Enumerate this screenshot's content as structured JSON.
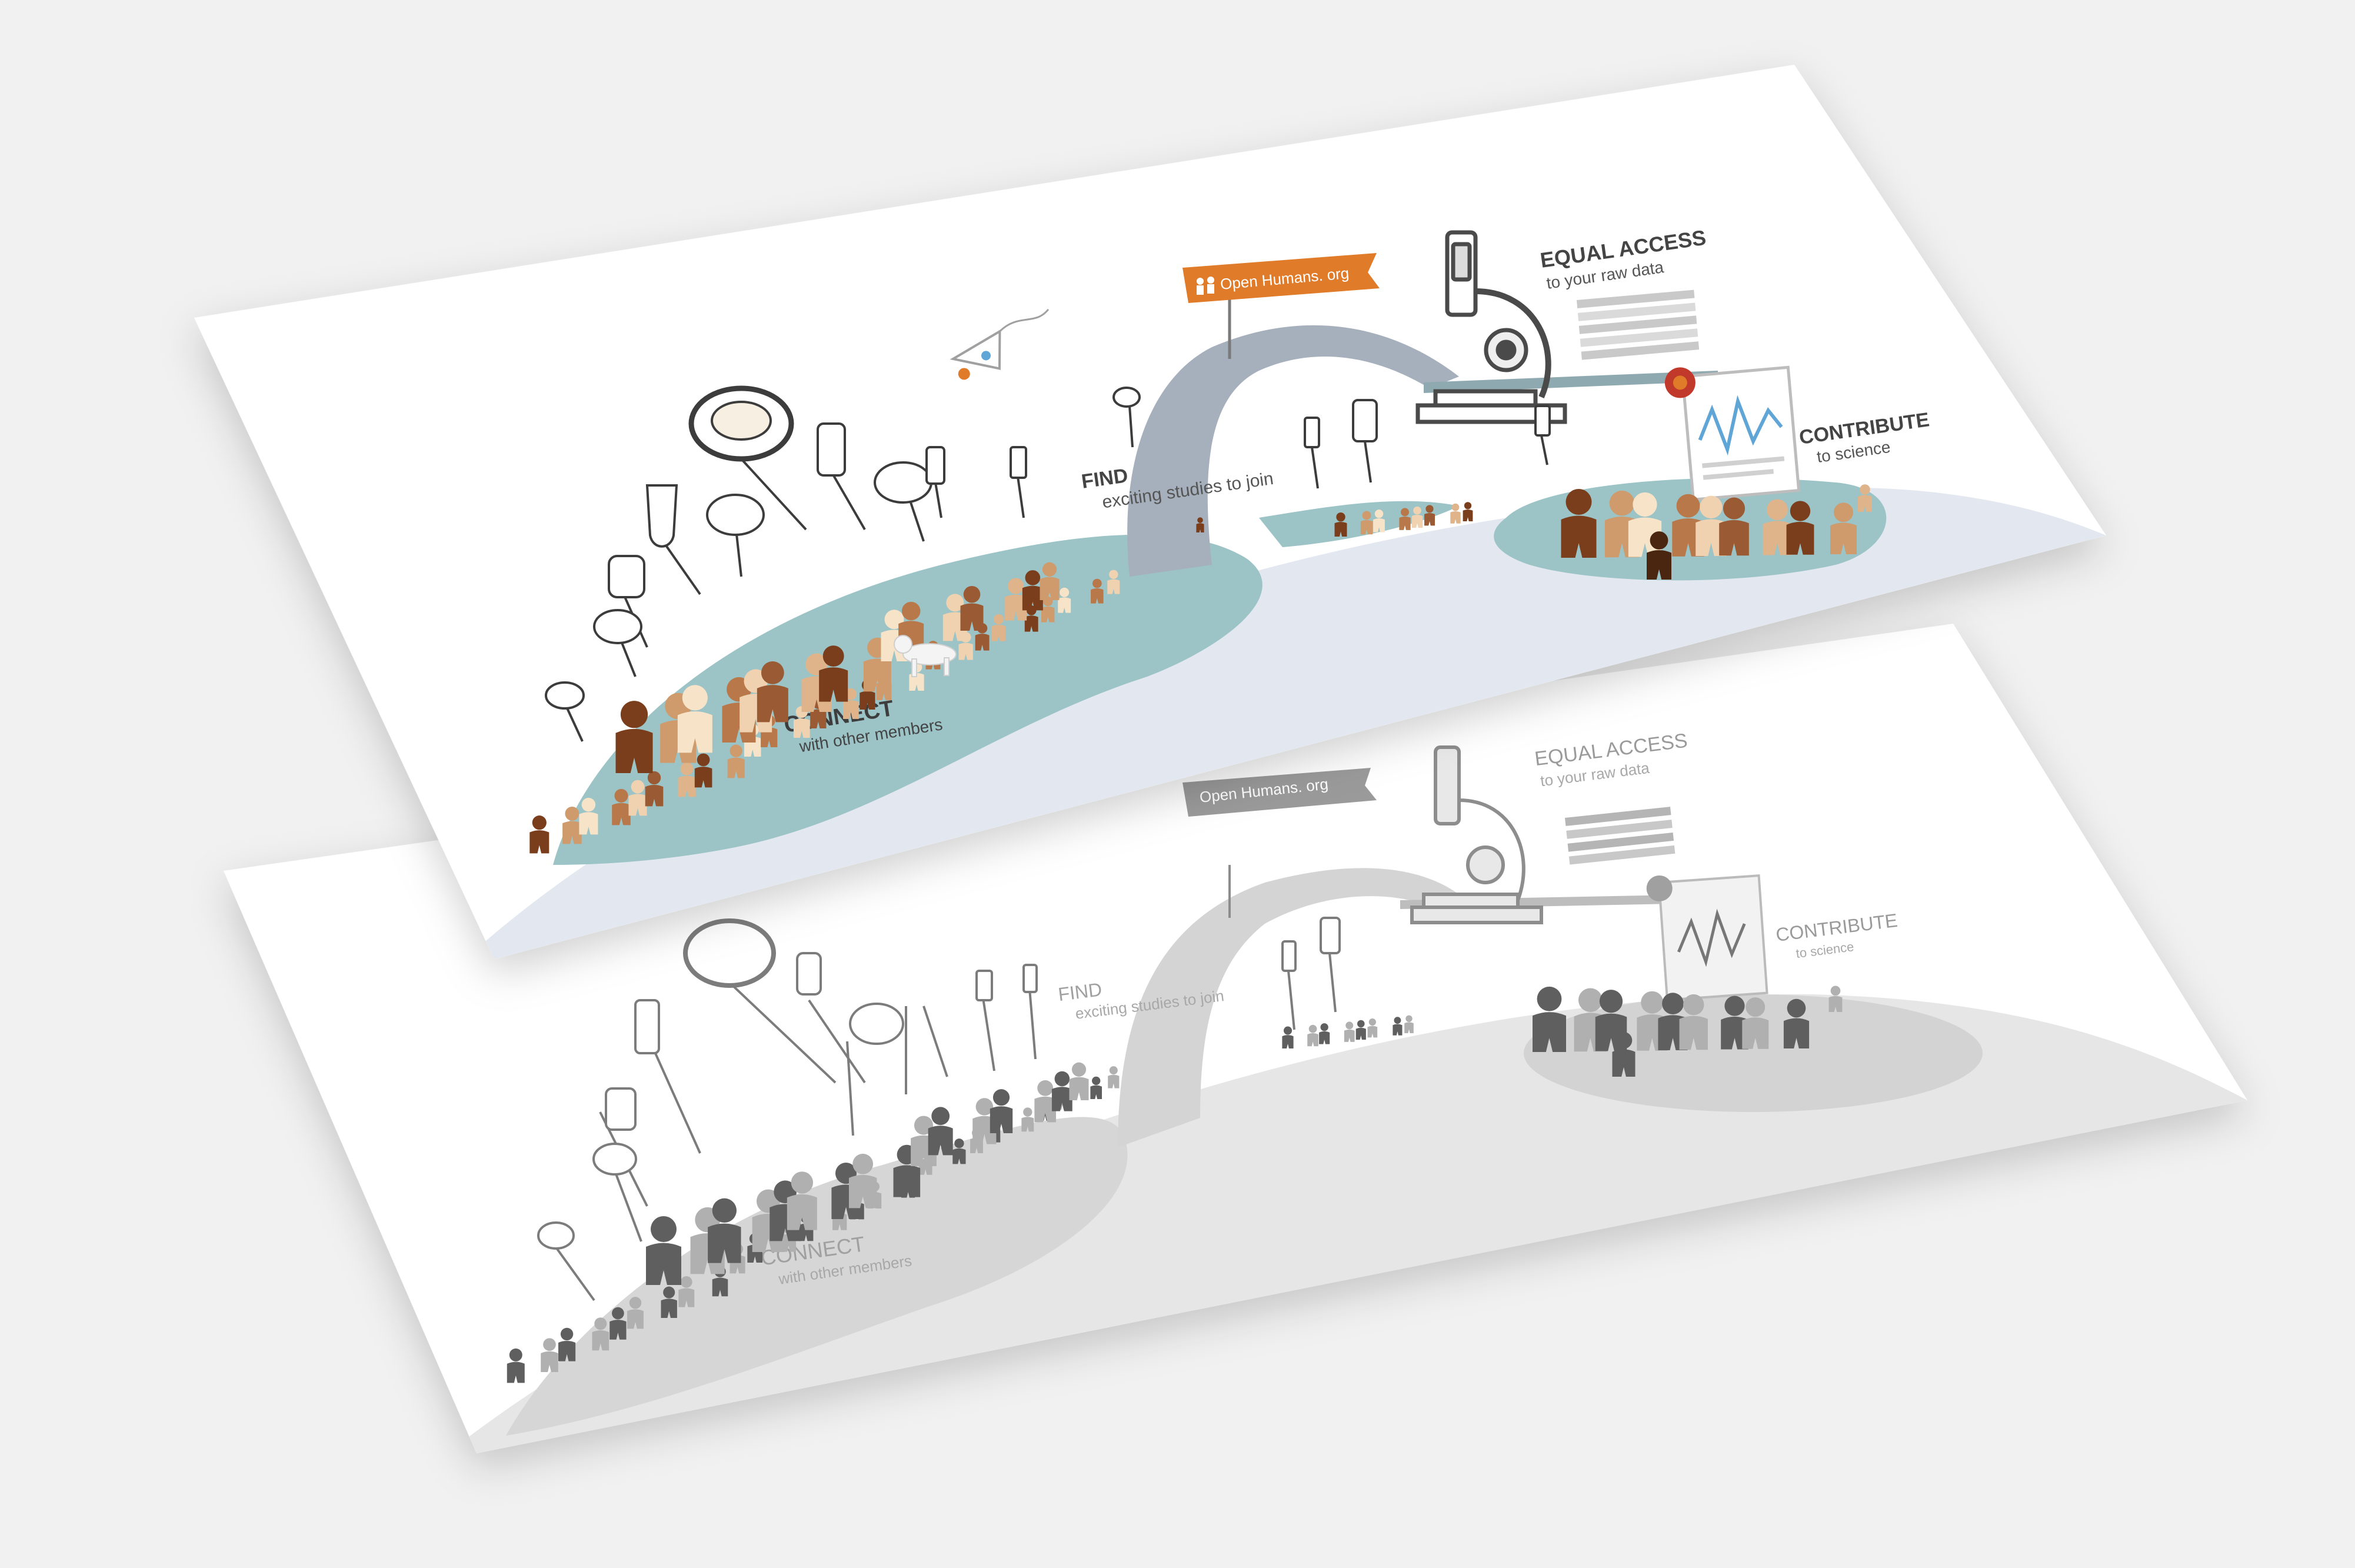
{
  "color": {
    "background": "#f1f1f1",
    "sheet": "#ffffff",
    "ground": "#e4e8ef",
    "island": "#9fc6c8",
    "bridge": "#a2acb9",
    "orange": "#e07b2a",
    "bark": "#3c3c3c",
    "skin": [
      "#7a3e1c",
      "#9a5a34",
      "#b8784a",
      "#cf9a6c",
      "#e0b48a",
      "#f0d2b0",
      "#f7e3c8"
    ],
    "grey": [
      "#5f5f5f",
      "#7a7a7a",
      "#969696",
      "#b0b0b0",
      "#c8c8c8",
      "#dcdcdc"
    ]
  },
  "front": {
    "flag_text": "Open Humans. org",
    "connect_title": "CONNECT",
    "connect_sub": "with other members",
    "find_title": "FIND",
    "find_sub": "exciting studies to join",
    "access_title": "EQUAL ACCESS",
    "access_sub": "to your raw data",
    "contribute_title": "CONTRIBUTE",
    "contribute_sub": "to science"
  },
  "back": {
    "flag_text": "Open Humans. org",
    "connect_title": "CONNECT",
    "connect_sub": "with other members",
    "find_title": "FIND",
    "find_sub": "exciting studies to join",
    "access_title": "EQUAL ACCESS",
    "access_sub": "to your raw data",
    "contribute_title": "CONTRIBUTE",
    "contribute_sub": "to science"
  }
}
